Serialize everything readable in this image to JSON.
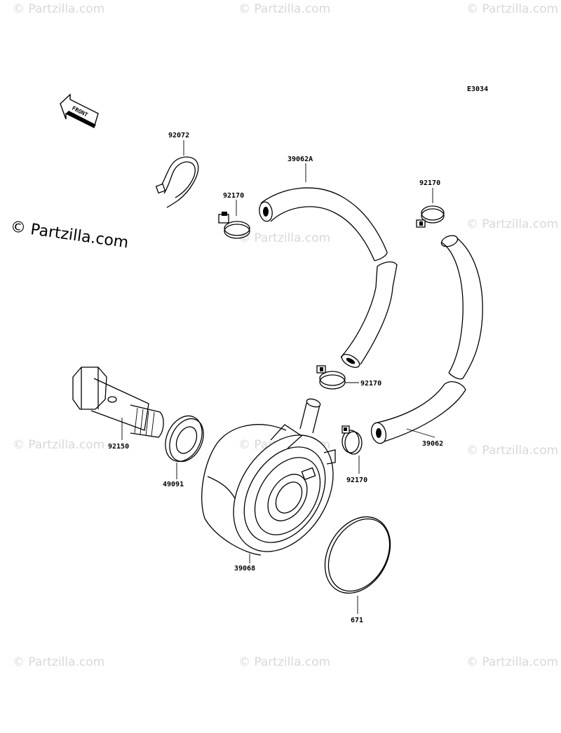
{
  "diagram": {
    "code": "E3034",
    "front_label": "FRONT",
    "watermark_main": "© Partzilla.com",
    "watermark_tile": "© Partzilla.com",
    "parts": [
      {
        "id": "92072",
        "label": "92072"
      },
      {
        "id": "39062A",
        "label": "39062A"
      },
      {
        "id": "92170-a",
        "label": "92170"
      },
      {
        "id": "92170-b",
        "label": "92170"
      },
      {
        "id": "92170-c",
        "label": "92170"
      },
      {
        "id": "92170-d",
        "label": "92170"
      },
      {
        "id": "39062",
        "label": "39062"
      },
      {
        "id": "92150",
        "label": "92150"
      },
      {
        "id": "49091",
        "label": "49091"
      },
      {
        "id": "39068",
        "label": "39068"
      },
      {
        "id": "671",
        "label": "671"
      }
    ]
  }
}
